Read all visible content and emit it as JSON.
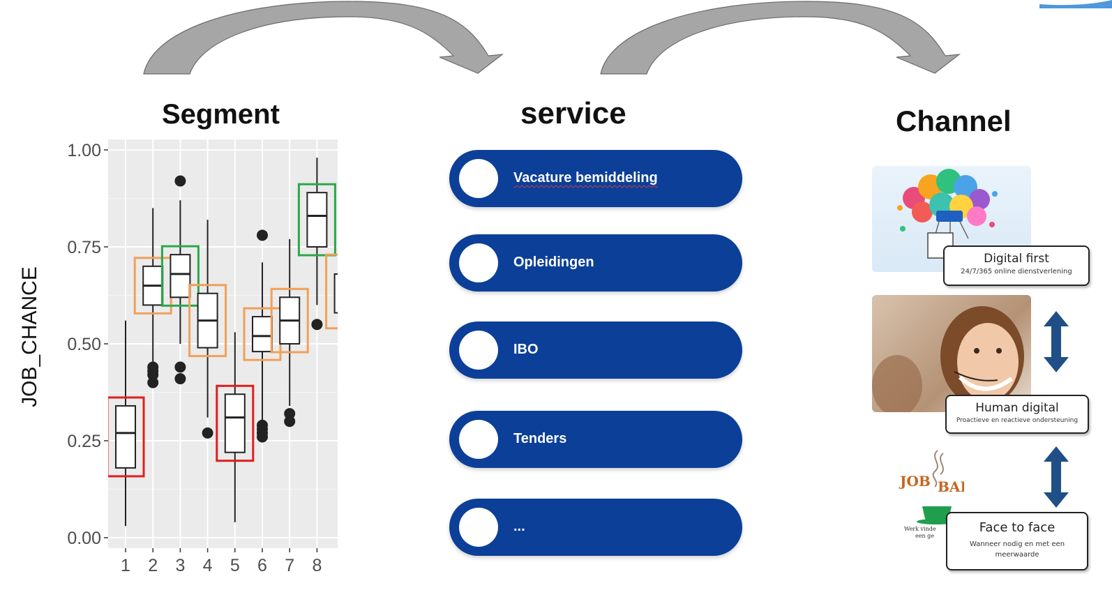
{
  "titles": {
    "segment": "Segment",
    "service": "service",
    "channel": "Channel"
  },
  "colors": {
    "pill": "#0c3f98",
    "arrow_fill": "#a6a6a6",
    "arrow_light": "#d9d9d9",
    "box_red": "#e11d1d",
    "box_orange": "#f0a05a",
    "box_green": "#2aa84a",
    "double_arrow": "#1f4f86"
  },
  "services": [
    {
      "label": "Vacature bemiddeling"
    },
    {
      "label": "Opleidingen"
    },
    {
      "label": "IBO"
    },
    {
      "label": "Tenders"
    },
    {
      "label": "..."
    }
  ],
  "channels": [
    {
      "title": "Digital first",
      "subtitle": "24/7/365 online dienstverlening",
      "image": "digital-cloud-illustration"
    },
    {
      "title": "Human digital",
      "subtitle": "Proactieve en reactieve ondersteuning",
      "image": "call-center-agent-photo"
    },
    {
      "title": "Face to face",
      "subtitle": "Wanneer nodig en met een meerwaarde",
      "image": "jobbar-logo"
    }
  ],
  "logo": {
    "text_left": "JOB",
    "text_right": "BAR",
    "tagline_a": "Werk vinde",
    "tagline_b": "een ge"
  },
  "chart_data": {
    "type": "boxplot",
    "title": "Segment",
    "xlabel": "",
    "ylabel": "JOB_CHANCE",
    "ylim": [
      0,
      1
    ],
    "yticks": [
      "0.00",
      "0.25",
      "0.50",
      "0.75",
      "1.00"
    ],
    "categories": [
      "1",
      "2",
      "3",
      "4",
      "5",
      "6",
      "7",
      "8"
    ],
    "grid": true,
    "boxes": [
      {
        "cat": "1",
        "min": 0.03,
        "q1": 0.18,
        "median": 0.27,
        "q3": 0.34,
        "max": 0.56,
        "outliers": [],
        "highlight": "red"
      },
      {
        "cat": "2",
        "min": 0.45,
        "q1": 0.6,
        "median": 0.65,
        "q3": 0.7,
        "max": 0.85,
        "outliers": [
          0.4,
          0.42,
          0.43,
          0.44
        ],
        "highlight": "orange"
      },
      {
        "cat": "3",
        "min": 0.5,
        "q1": 0.62,
        "median": 0.68,
        "q3": 0.73,
        "max": 0.87,
        "outliers": [
          0.41,
          0.44,
          0.92
        ],
        "highlight": "green"
      },
      {
        "cat": "4",
        "min": 0.31,
        "q1": 0.49,
        "median": 0.56,
        "q3": 0.63,
        "max": 0.82,
        "outliers": [
          0.27
        ],
        "highlight": "orange"
      },
      {
        "cat": "5",
        "min": 0.04,
        "q1": 0.22,
        "median": 0.31,
        "q3": 0.37,
        "max": 0.53,
        "outliers": [],
        "highlight": "red"
      },
      {
        "cat": "6",
        "min": 0.3,
        "q1": 0.48,
        "median": 0.52,
        "q3": 0.57,
        "max": 0.71,
        "outliers": [
          0.26,
          0.27,
          0.28,
          0.29,
          0.78
        ],
        "highlight": "orange"
      },
      {
        "cat": "7",
        "min": 0.34,
        "q1": 0.5,
        "median": 0.56,
        "q3": 0.62,
        "max": 0.77,
        "outliers": [
          0.3,
          0.32
        ],
        "highlight": "orange"
      },
      {
        "cat": "8",
        "min": 0.6,
        "q1": 0.75,
        "median": 0.83,
        "q3": 0.89,
        "max": 0.98,
        "outliers": [
          0.55
        ],
        "highlight": "green"
      }
    ]
  }
}
